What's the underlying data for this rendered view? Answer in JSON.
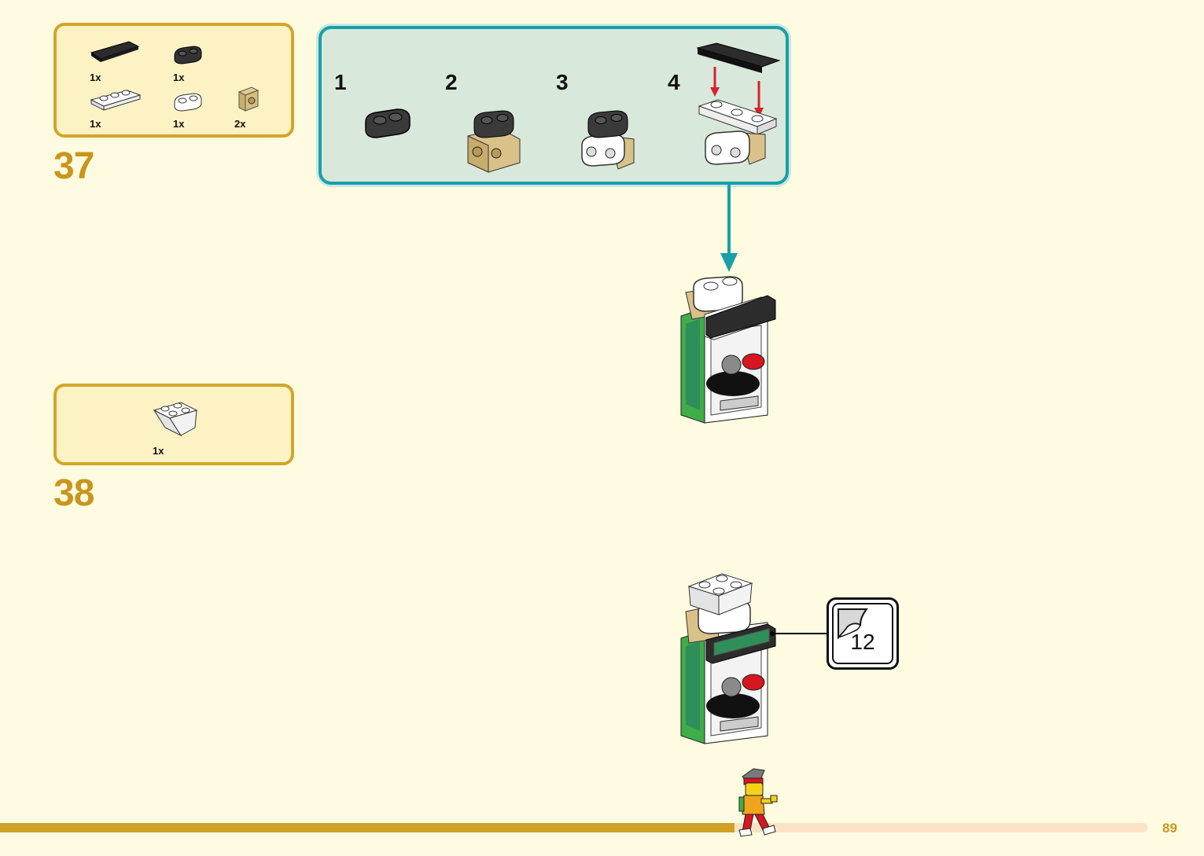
{
  "steps": [
    {
      "number": "37",
      "parts": [
        {
          "icon": "black-tile-1x4-icon",
          "qty": "1x"
        },
        {
          "icon": "black-plate-1x2-rounded-icon",
          "qty": "1x"
        },
        {
          "icon": "white-plate-1x3-icon",
          "qty": "1x"
        },
        {
          "icon": "white-plate-1x2-rounded-icon",
          "qty": "1x"
        },
        {
          "icon": "tan-bracket-brick-icon",
          "qty": "2x"
        }
      ],
      "substeps": [
        "1",
        "2",
        "3",
        "4"
      ]
    },
    {
      "number": "38",
      "parts": [
        {
          "icon": "white-inverted-slope-2x2-icon",
          "qty": "1x"
        }
      ]
    }
  ],
  "sticker_callout": {
    "label": "12"
  },
  "progress": {
    "fraction": 0.64
  },
  "page_number": "89",
  "colors": {
    "background": "#fefbe1",
    "accent_gold": "#d2a52a",
    "substep_border": "#17a1a6",
    "substep_fill": "#d8e8da",
    "arrow_red": "#d8232a"
  }
}
